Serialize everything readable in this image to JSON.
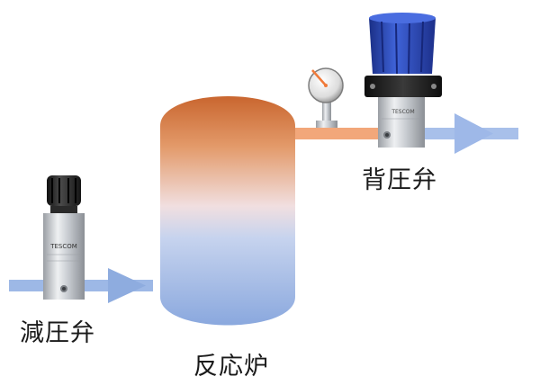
{
  "labels": {
    "pressure_reducing_valve": "減圧弁",
    "reactor": "反応炉",
    "back_pressure_regulator": "背圧弁"
  },
  "colors": {
    "inlet_pipe": "#9db8e6",
    "outlet_pipe_hot": "#f2a77a",
    "outlet_pipe_cool": "#a8c0ea",
    "reactor_top": "#c9662f",
    "reactor_bottom": "#8eacdf",
    "prv_knob": "#2b2b2b",
    "bpr_knob": "#2f4fc4",
    "steel_body": "#cfd2d6",
    "gauge_face": "#e7e7e7",
    "gauge_needle": "#f07a3a"
  },
  "body_text": {
    "prv_brand": "TESCOM",
    "bpr_brand": "TESCOM"
  }
}
